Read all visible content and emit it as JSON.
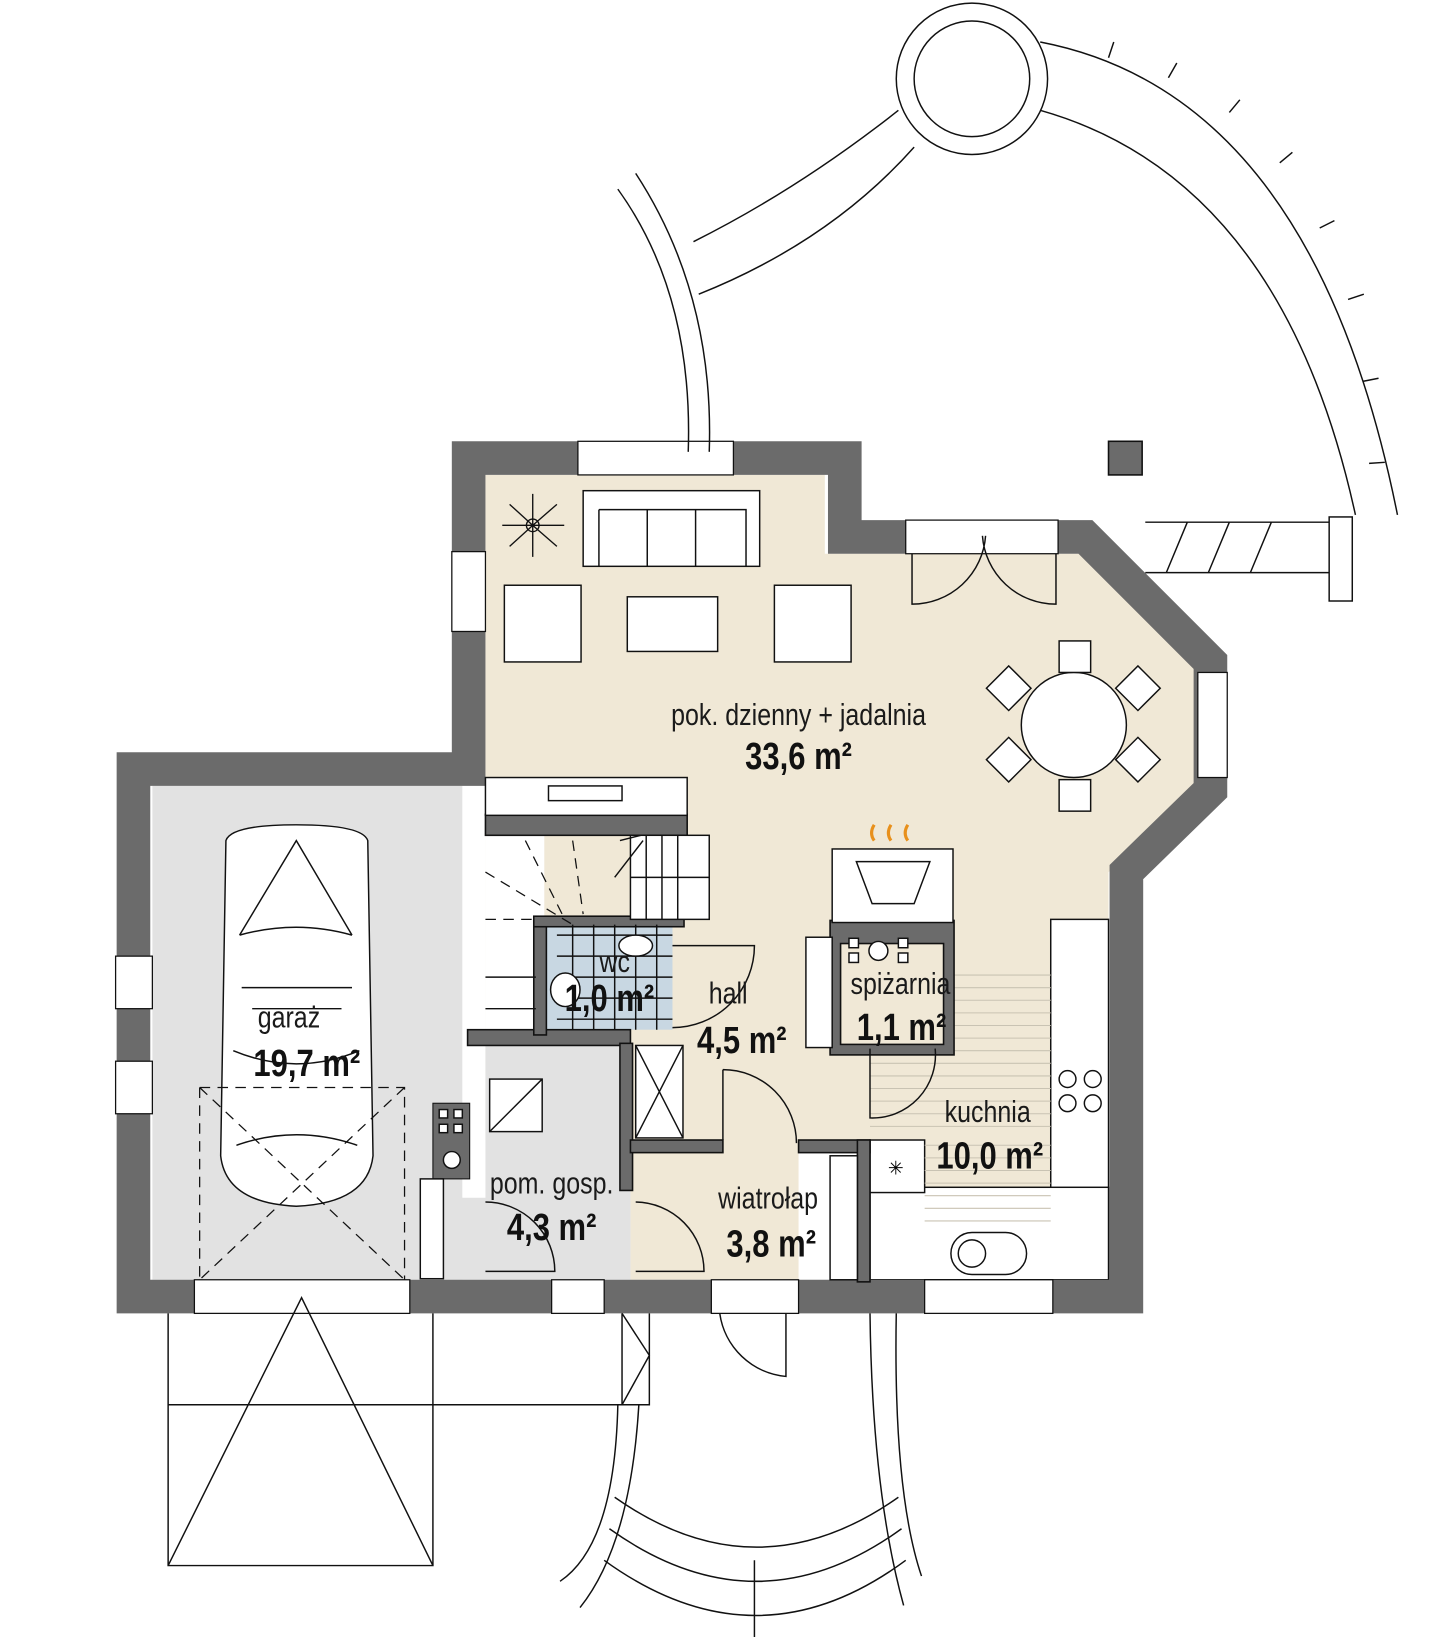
{
  "colors": {
    "wall": "#6b6b6b",
    "living_floor": "#f0e8d6",
    "garage_floor": "#e2e2e2",
    "wc_floor": "#c8d7e2",
    "fireplace_flame": "#e8901c"
  },
  "rooms": [
    {
      "name": "pok. dzienny + jadalnia",
      "area": "33,6 m²"
    },
    {
      "name": "garaż",
      "area": "19,7 m²"
    },
    {
      "name": "wc",
      "area": "1,0 m²"
    },
    {
      "name": "hall",
      "area": "4,5 m²"
    },
    {
      "name": "spiżarnia",
      "area": "1,1 m²"
    },
    {
      "name": "kuchnia",
      "area": "10,0 m²"
    },
    {
      "name": "pom. gosp.",
      "area": "4,3 m²"
    },
    {
      "name": "wiatrołap",
      "area": "3,8 m²"
    }
  ]
}
